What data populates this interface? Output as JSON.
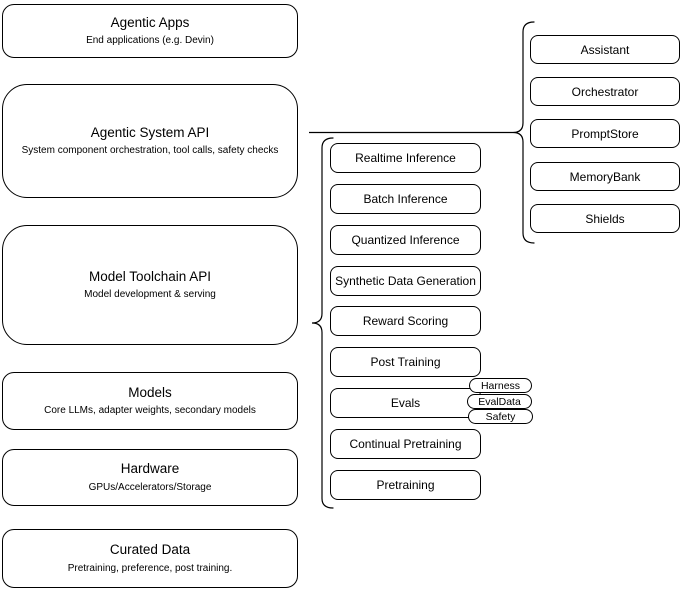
{
  "colors": {
    "border": "#000000",
    "background": "#ffffff",
    "text": "#000000"
  },
  "left_stack": [
    {
      "title": "Agentic Apps",
      "subtitle": "End applications (e.g. Devin)"
    },
    {
      "title": "Agentic System API",
      "subtitle": "System component orchestration, tool calls, safety checks"
    },
    {
      "title": "Model Toolchain API",
      "subtitle": "Model development & serving"
    },
    {
      "title": "Models",
      "subtitle": "Core LLMs, adapter weights, secondary models"
    },
    {
      "title": "Hardware",
      "subtitle": "GPUs/Accelerators/Storage"
    },
    {
      "title": "Curated Data",
      "subtitle": "Pretraining, preference, post training."
    }
  ],
  "toolchain_items": [
    "Realtime Inference",
    "Batch Inference",
    "Quantized Inference",
    "Synthetic Data Generation",
    "Reward Scoring",
    "Post Training",
    "Evals",
    "Continual Pretraining",
    "Pretraining"
  ],
  "eval_pills": [
    "Harness",
    "EvalData",
    "Safety"
  ],
  "system_components": [
    "Assistant",
    "Orchestrator",
    "PromptStore",
    "MemoryBank",
    "Shields"
  ]
}
